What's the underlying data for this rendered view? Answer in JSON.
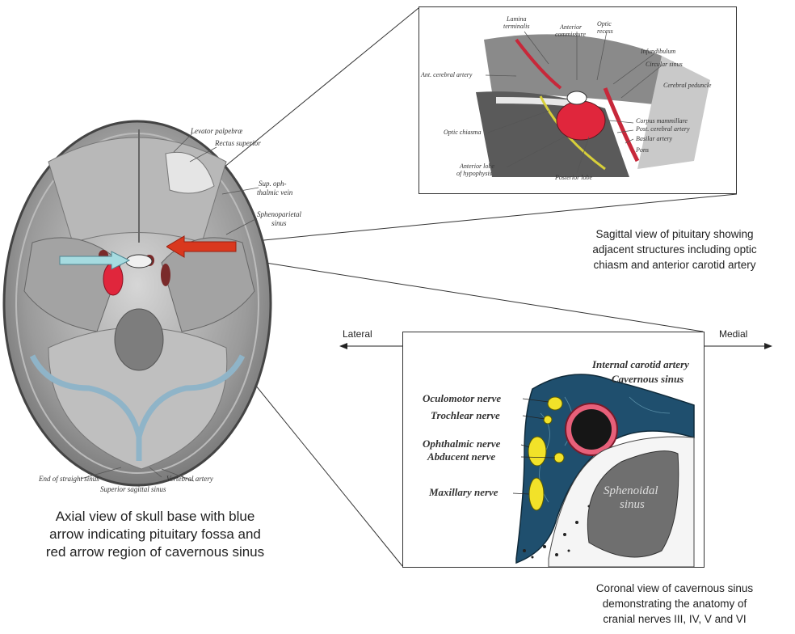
{
  "colors": {
    "blue_arrow": "#a6dbe0",
    "red_arrow": "#d9381e",
    "red_region": "#e0263c",
    "cavernous_blue": "#1f4f6e",
    "nerve_yellow": "#f2e229"
  },
  "axial": {
    "labels": {
      "levator": "Levator palpebræ",
      "rectus": "Rectus superior",
      "sup_oph": "Sup. oph-",
      "sup_oph2": "thalmic vein",
      "spheno": "Sphenoparietal",
      "spheno2": "sinus",
      "straight": "End of straight sinus",
      "sagittal": "Superior sagittal sinus",
      "vertebral": "Vertebral artery"
    },
    "caption": [
      "Axial view of skull base with blue",
      "arrow indicating pituitary fossa and",
      "red arrow region of cavernous sinus"
    ]
  },
  "sagittal": {
    "labels": {
      "lamina": "Lamina",
      "lamina2": "terminalis",
      "anterior": "Anterior",
      "anterior2": "commissure",
      "optic": "Optic",
      "optic2": "recess",
      "infund": "Infundibulum",
      "circular": "Circular sinus",
      "cerebral_ped": "Cerebral peduncle",
      "ant_cerebral": "Ant. cerebral artery",
      "corpus": "Corpus mammillare",
      "post_cerebral": "Post. cerebral artery",
      "basilar": "Basilar artery",
      "optic_chiasma": "Optic chiasma",
      "pons": "Pons",
      "ant_lobe": "Anterior lobe",
      "ant_lobe2": "of hypophysis",
      "post_lobe": "Posterior lobe"
    },
    "caption": [
      "Sagittal view of pituitary showing",
      "adjacent structures including optic",
      "chiasm and anterior carotid artery"
    ]
  },
  "coronal": {
    "labels": {
      "ica": "Internal carotid artery",
      "cavernous": "Cavernous sinus",
      "oculomotor": "Oculomotor nerve",
      "trochlear": "Trochlear nerve",
      "ophthalmic": "Ophthalmic nerve",
      "abducent": "Abducent nerve",
      "maxillary": "Maxillary nerve",
      "sphenoidal": "Sphenoidal",
      "sphenoidal2": "sinus"
    },
    "lateral": "Lateral",
    "medial": "Medial",
    "caption": [
      "Coronal view of cavernous sinus",
      "demonstrating the anatomy of",
      "cranial nerves III, IV, V and VI"
    ]
  }
}
